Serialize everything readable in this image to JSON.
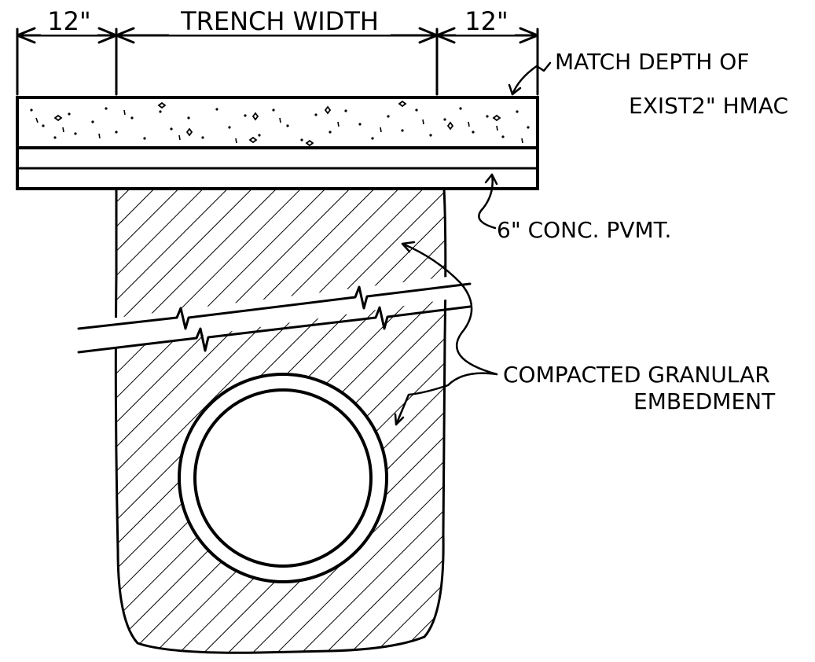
{
  "dimensions": {
    "left": "12\"",
    "middle": "TRENCH WIDTH",
    "right": "12\""
  },
  "notes": {
    "hmac_line1": "MATCH DEPTH OF",
    "hmac_line2": "EXIST2\" HMAC",
    "pavement": "6\" CONC. PVMT.",
    "embedment_line1": "COMPACTED GRANULAR",
    "embedment_line2": "EMBEDMENT"
  }
}
